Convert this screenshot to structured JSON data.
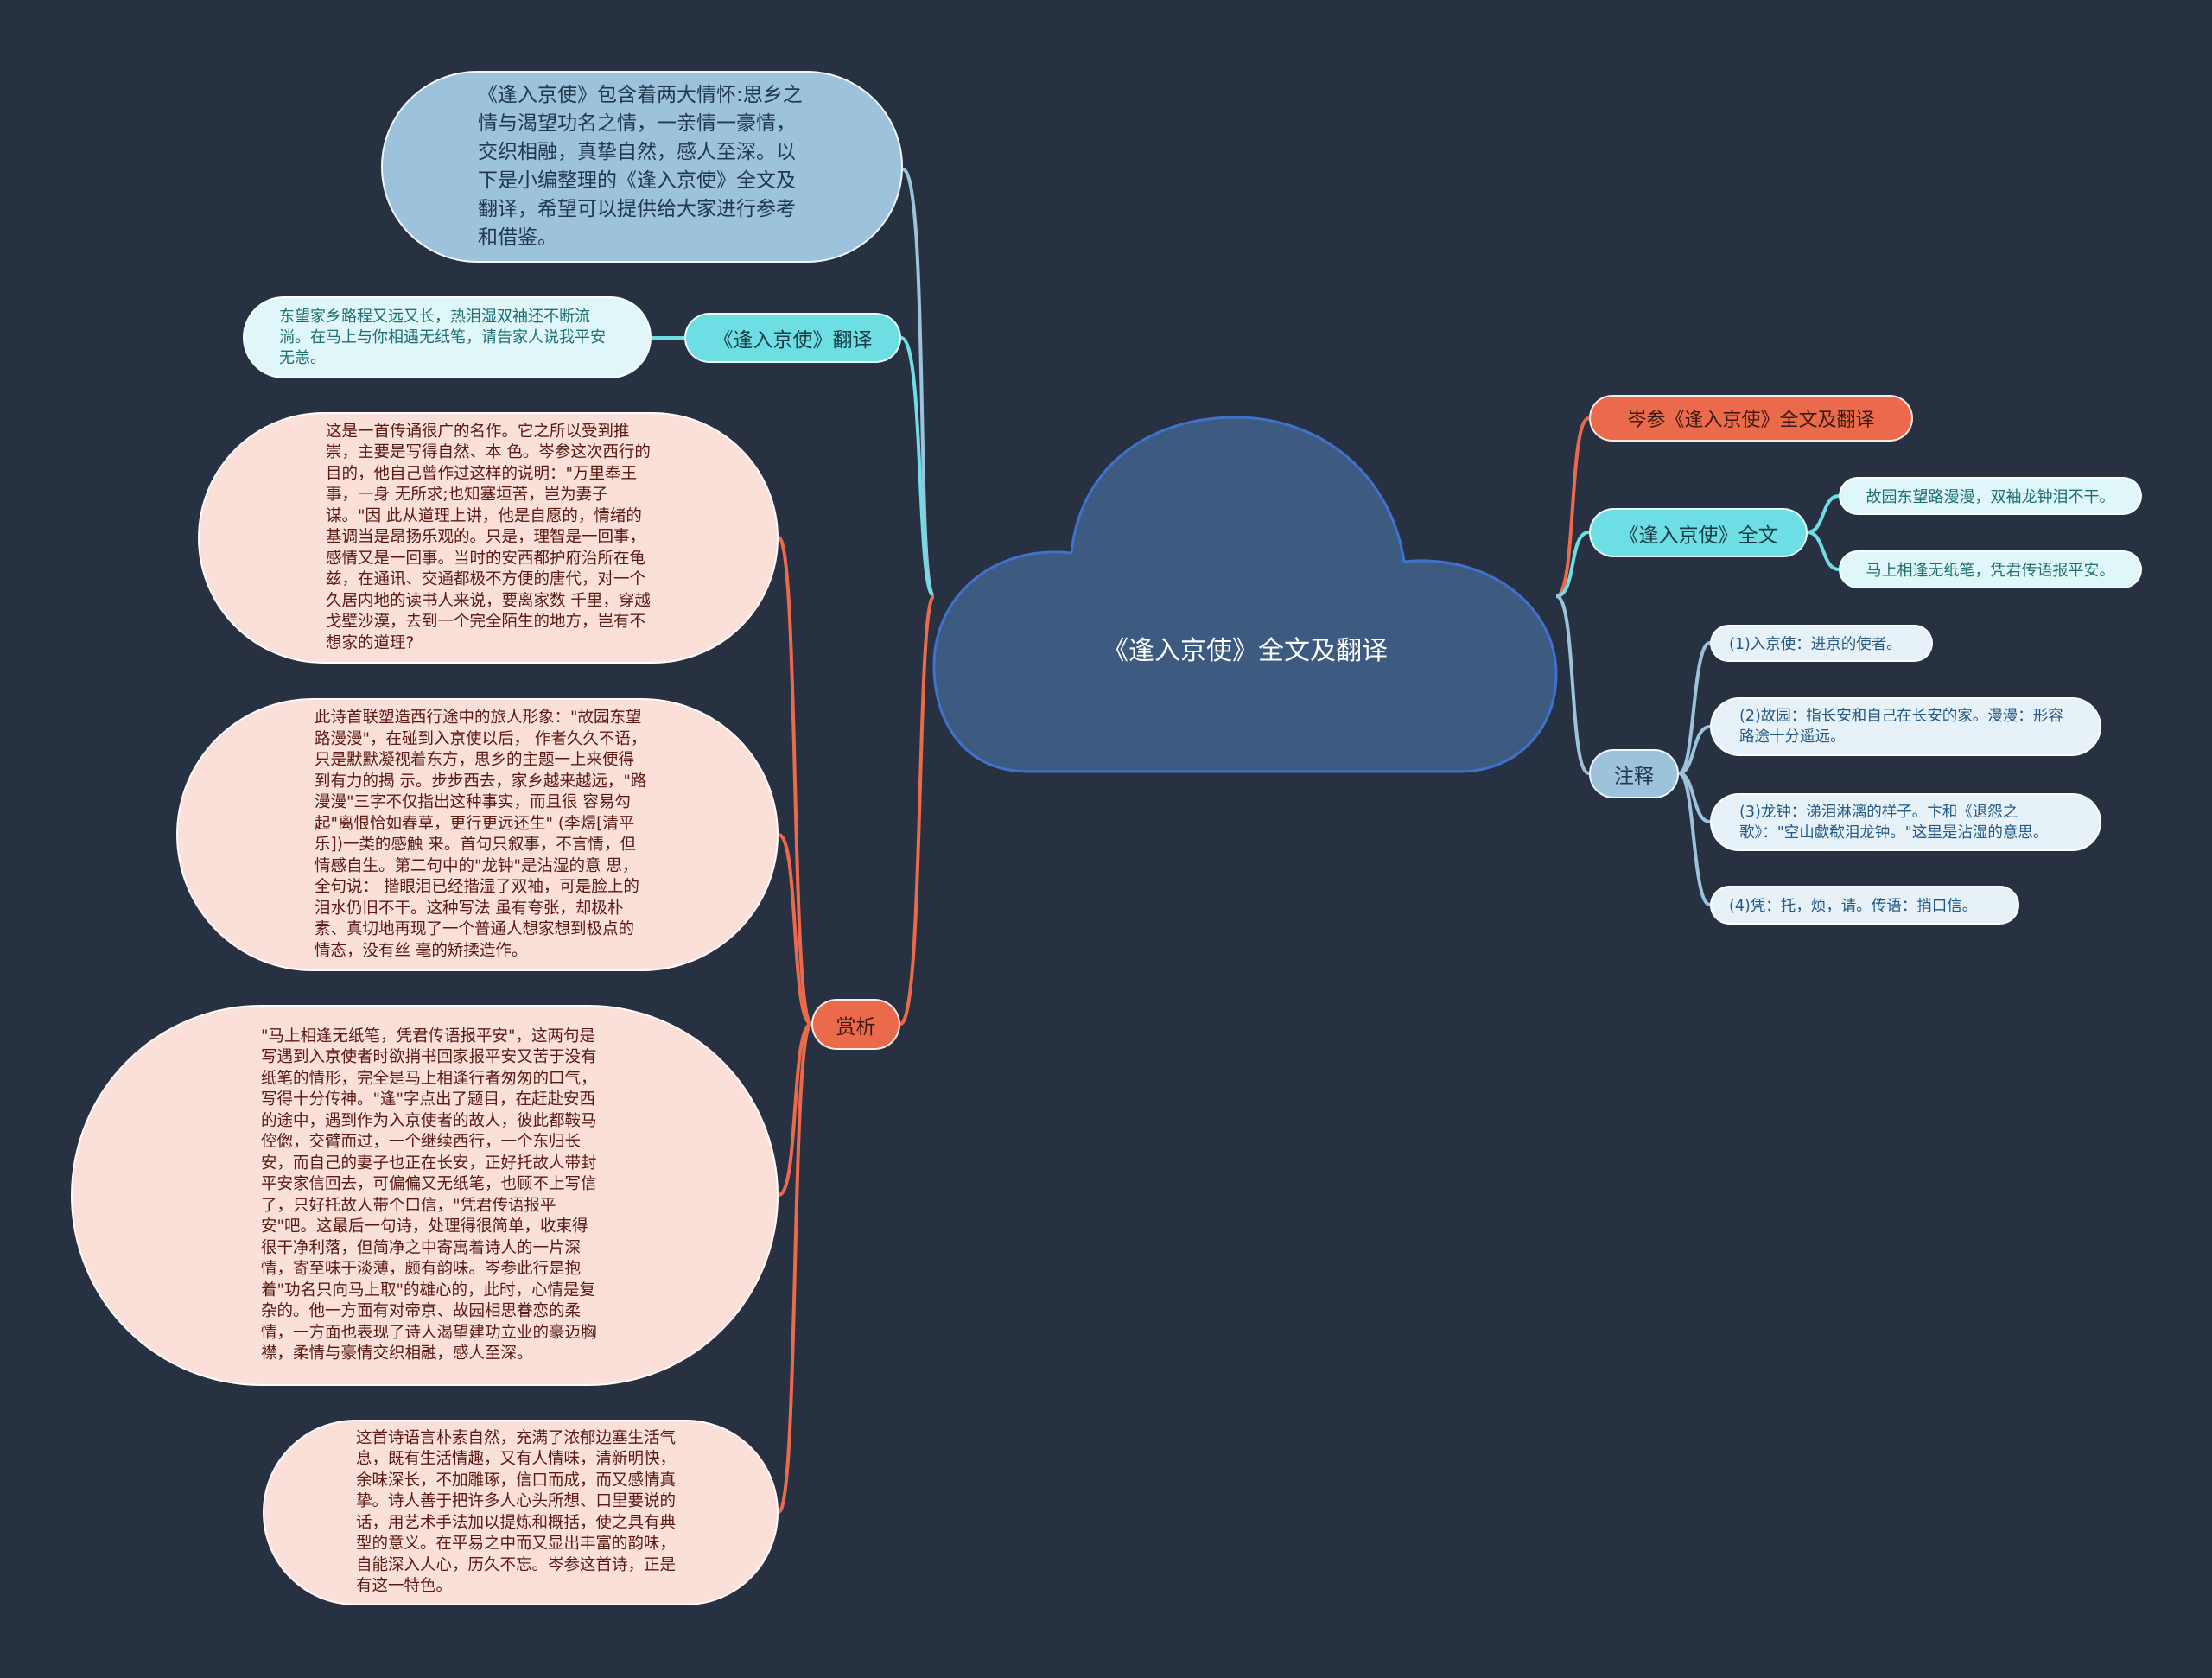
{
  "root": {
    "title": "《逢入京使》全文及翻译"
  },
  "left": {
    "intro": "《逢入京使》包含着两大情怀:思乡之情与渴望功名之情，一亲情一豪情，交织相融，真挚自然，感人至深。以下是小编整理的《逢入京使》全文及翻译，希望可以提供给大家进行参考和借鉴。",
    "translation": {
      "label": "《逢入京使》翻译",
      "text": "东望家乡路程又远又长，热泪湿双袖还不断流淌。在马上与你相遇无纸笔，请告家人说我平安无恙。"
    },
    "appreciation": {
      "label": "赏析",
      "items": [
        "这是一首传诵很广的名作。它之所以受到推崇，主要是写得自然、本 色。岑参这次西行的目的，他自己曾作过这样的说明：\"万里奉王事，一身 无所求;也知塞垣苦，岂为妻子谋。\"因 此从道理上讲，他是自愿的，情绪的基调当是昂扬乐观的。只是，理智是一回事，感情又是一回事。当时的安西都护府治所在龟兹，在通讯、交通都极不方便的唐代，对一个久居内地的读书人来说，要离家数 千里，穿越戈壁沙漠，去到一个完全陌生的地方，岂有不想家的道理?",
        "此诗首联塑造西行途中的旅人形象：\"故园东望路漫漫\"，在碰到入京使以后， 作者久久不语，只是默默凝视着东方，思乡的主题一上来便得到有力的揭 示。步步西去，家乡越来越远，\"路漫漫\"三字不仅指出这种事实，而且很 容易勾起\"离恨恰如春草，更行更远还生\" (李煜[清平乐])一类的感触 来。首句只叙事，不言情，但情感自生。第二句中的\"龙钟\"是沾湿的意 思，全句说： 揩眼泪已经揩湿了双袖，可是脸上的泪水仍旧不干。这种写法 虽有夸张，却极朴素、真切地再现了一个普通人想家想到极点的情态，没有丝 毫的矫揉造作。",
        "\"马上相逢无纸笔，凭君传语报平安\"，这两句是写遇到入京使者时欲捎书回家报平安又苦于没有纸笔的情形，完全是马上相逢行者匆匆的口气，写得十分传神。\"逢\"字点出了题目，在赶赴安西的途中，遇到作为入京使者的故人，彼此都鞍马倥偬，交臂而过，一个继续西行，一个东归长安，而自己的妻子也正在长安，正好托故人带封平安家信回去，可偏偏又无纸笔，也顾不上写信了，只好托故人带个口信，\"凭君传语报平安\"吧。这最后一句诗，处理得很简单，收束得很干净利落，但简净之中寄寓着诗人的一片深情，寄至味于淡薄，颇有韵味。岑参此行是抱着\"功名只向马上取\"的雄心的，此时，心情是复杂的。他一方面有对帝京、故园相思眷恋的柔情，一方面也表现了诗人渴望建功立业的豪迈胸襟，柔情与豪情交织相融，感人至深。",
        "这首诗语言朴素自然，充满了浓郁边塞生活气息，既有生活情趣，又有人情味，清新明快，余味深长，不加雕琢，信口而成，而又感情真挚。诗人善于把许多人心头所想、口里要说的话，用艺术手法加以提炼和概括，使之具有典型的意义。在平易之中而又显出丰富的韵味，自能深入人心，历久不忘。岑参这首诗，正是有这一特色。"
      ]
    }
  },
  "right": {
    "title_node": "岑参《逢入京使》全文及翻译",
    "fulltext": {
      "label": "《逢入京使》全文",
      "lines": [
        "故园东望路漫漫，双袖龙钟泪不干。",
        "马上相逢无纸笔，凭君传语报平安。"
      ]
    },
    "notes": {
      "label": "注释",
      "items": [
        "(1)入京使：进京的使者。",
        "(2)故园：指长安和自己在长安的家。漫漫：形容路途十分遥远。",
        "(3)龙钟：涕泪淋漓的样子。卞和《退怨之歌》：\"空山歔欷泪龙钟。\"这里是沾湿的意思。",
        "(4)凭：托，烦，请。传语：捎口信。"
      ]
    }
  },
  "colors": {
    "background": "#283142",
    "root": "#3d5a80",
    "orange": "#ec6a4c",
    "cyan": "#6ddfe4",
    "blue": "#9cc2dc"
  }
}
